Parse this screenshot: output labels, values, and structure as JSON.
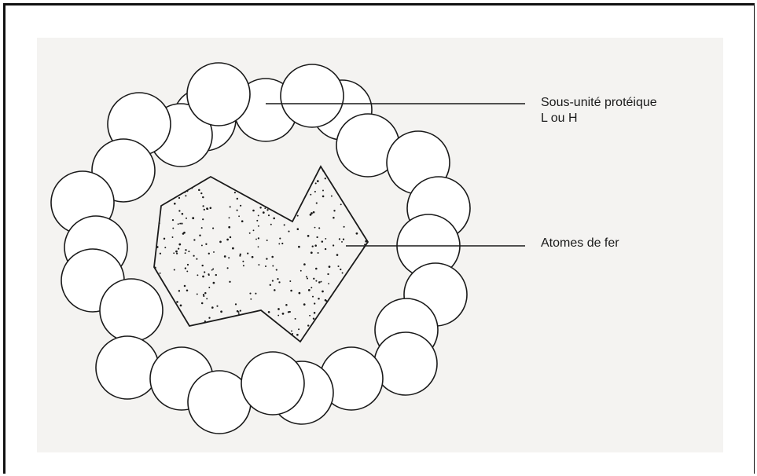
{
  "labels": {
    "protein_subunit_line1": "Sous-unité protéique",
    "protein_subunit_line2": "L ou H",
    "iron_atoms": "Atomes de fer"
  },
  "colors": {
    "background": "#f4f3f1",
    "stroke": "#1a1a1a",
    "frame": "#111111"
  }
}
